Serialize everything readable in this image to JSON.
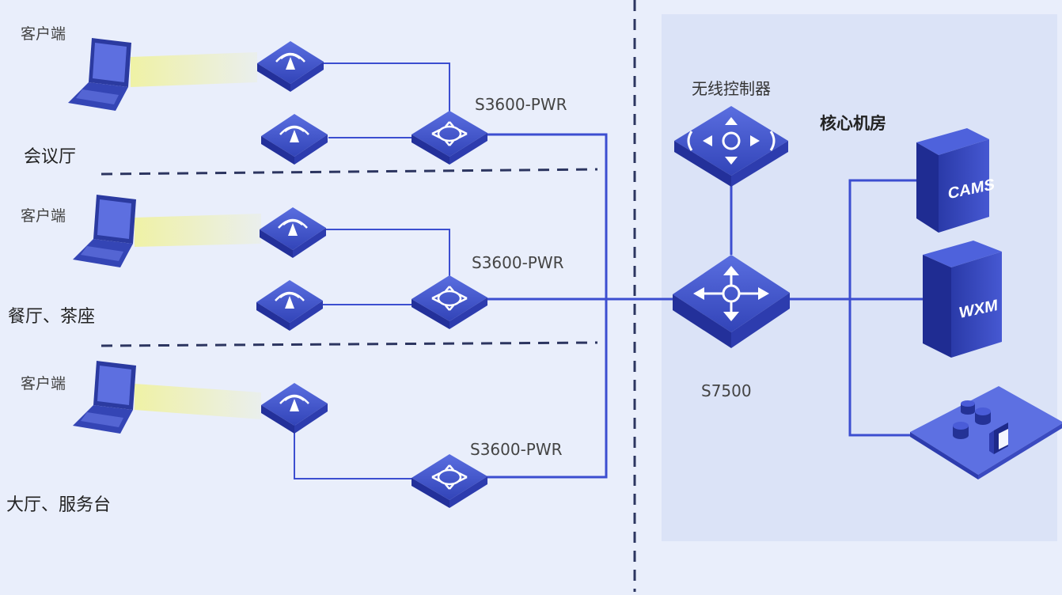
{
  "zones": [
    {
      "name": "会议厅",
      "client": "客户端",
      "switch": "S3600-PWR"
    },
    {
      "name": "餐厅、茶座",
      "client": "客户端",
      "switch": "S3600-PWR"
    },
    {
      "name": "大厅、服务台",
      "client": "客户端",
      "switch": "S3600-PWR"
    }
  ],
  "core": {
    "room_label": "核心机房",
    "controller_label": "无线控制器",
    "core_switch_label": "S7500",
    "servers": [
      "CAMS",
      "WXM"
    ]
  },
  "colors": {
    "background": "#e9eefb",
    "core_room": "#dde5f8",
    "device_blue": "#3a4fc0",
    "link": "#3c4ed0",
    "divider": "#2c3560",
    "wireless_beam": "#e6ec9a"
  }
}
